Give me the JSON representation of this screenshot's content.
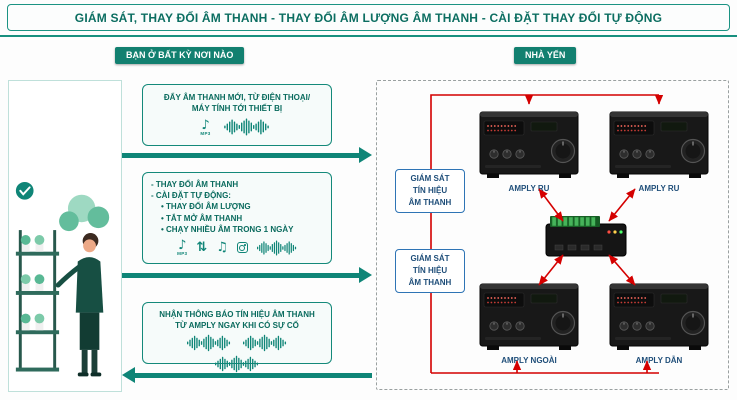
{
  "header": {
    "title": "GIÁM SÁT, THAY ĐỔI ÂM THANH - THAY ĐỔI ÂM LƯỢNG ÂM THANH - CÀI ĐẶT THAY ĐỔI TỰ ĐỘNG"
  },
  "badges": {
    "left": "BẠN Ở BẤT KỲ NƠI NÀO",
    "right": "NHÀ YẾN"
  },
  "flow_boxes": {
    "push": {
      "text": "ĐẨY ÂM THANH MỚI, TỪ ĐIỆN THOẠI/\nMÁY TÍNH TỚI THIẾT BỊ",
      "mp3_caption": "MP3"
    },
    "control": {
      "main": "- THAY ĐỔI ÂM THANH\n- CÀI ĐẶT TỰ ĐỘNG:",
      "bullets": "• THAY ĐỔI ÂM LƯỢNG\n• TẮT MỞ ÂM THANH\n• CHẠY NHIỀU ÂM TRONG 1 NGÀY",
      "mp3_caption": "MP3"
    },
    "notify": {
      "text": "NHẬN THÔNG BÁO TÍN HIỆU ÂM THANH\nTỪ AMPLY NGAY KHI CÓ SỰ CỐ"
    }
  },
  "monitor_boxes": [
    {
      "text": "GIÁM SÁT\nTÍN HIỆU\nÂM THANH"
    },
    {
      "text": "GIÁM SÁT\nTÍN HIỆU\nÂM THANH"
    }
  ],
  "amps": [
    {
      "label": "AMPLY RU"
    },
    {
      "label": "AMPLY RU"
    },
    {
      "label": "AMPLY NGOÀI"
    },
    {
      "label": "AMPLY DẪN"
    }
  ],
  "icons": {
    "music_note": "♪",
    "beamed_note": "♫",
    "up_down_arrow": "⇅",
    "waveform": "waveform-bars",
    "camera": "instagram-style-camera",
    "check": "check-mark"
  },
  "colors": {
    "teal": "#0f8577",
    "teal_text": "#0a6b5e",
    "navy_text": "#1f4e79",
    "blue_border": "#2e74b5",
    "red_line": "#d40000"
  }
}
